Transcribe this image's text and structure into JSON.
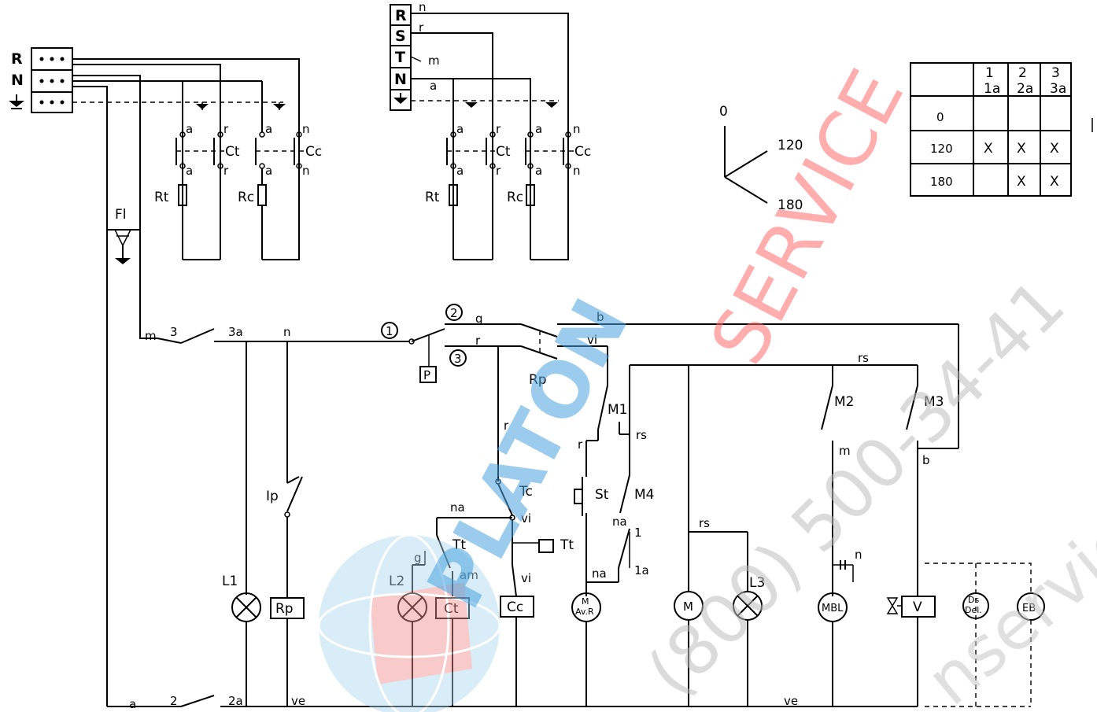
{
  "terminal_left": {
    "r": "R",
    "n": "N"
  },
  "terminal_right": {
    "r": "R",
    "s": "S",
    "t": "T",
    "n": "N"
  },
  "wire_codes": {
    "n": "n",
    "r": "r",
    "m": "m",
    "a": "a",
    "g": "g",
    "b": "b",
    "vi": "vi",
    "rs": "rs",
    "na": "na",
    "am": "am",
    "ve": "ve",
    "one": "1",
    "one_a": "1a"
  },
  "components": {
    "ct": "Ct",
    "cc": "Cc",
    "rt": "Rt",
    "rc": "Rc",
    "fi": "Fl",
    "l1": "L1",
    "l2": "L2",
    "l3": "L3",
    "rp": "Rp",
    "ip": "Ip",
    "tc": "Tc",
    "tt": "Tt",
    "st": "St",
    "m1": "M1",
    "m2": "M2",
    "m3": "M3",
    "m4": "M4",
    "motor": "M",
    "motor_avr": "M Av.R",
    "mbl": "MBL",
    "v": "V",
    "ds": "Ds Del.",
    "eb": "EB",
    "p": "P",
    "circle1": "1",
    "circle2": "2",
    "circle3": "3",
    "sw3": "3",
    "sw3a": "3a",
    "sw2": "2",
    "sw2a": "2a"
  },
  "angle_diagram": {
    "label0": "0",
    "label120": "120",
    "label180": "180"
  },
  "switch_table": {
    "headers": [
      "",
      "1\n1a",
      "2\n2a",
      "3\n3a"
    ],
    "rows": [
      {
        "angle": "0",
        "cells": [
          "",
          "",
          ""
        ]
      },
      {
        "angle": "120",
        "cells": [
          "X",
          "X",
          "X"
        ]
      },
      {
        "angle": "180",
        "cells": [
          "",
          "X",
          "X"
        ]
      }
    ]
  },
  "watermarks": {
    "service": "SERVICE",
    "platon": "PLATON",
    "phone": "(800) 500-34-41",
    "site": "nservice"
  },
  "colors": {
    "red": "#ff6b6b",
    "blue": "#4aa3df",
    "gray": "#bfbfbf"
  }
}
